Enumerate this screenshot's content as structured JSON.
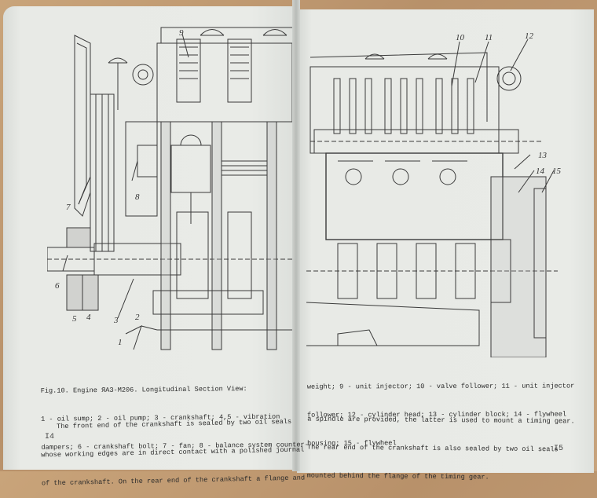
{
  "book": {
    "left_page": {
      "page_number": "I4",
      "figure": {
        "caption_lines": [
          "Fig.10. Engine ЯАЗ-М206. Longitudinal Section View:",
          "1 - oil sump; 2 - oil pump; 3 - crankshaft; 4,5 - vibration",
          "dampers; 6 - crankshaft bolt; 7 - fan; 8 - balance system counter-"
        ],
        "callouts": [
          "1",
          "2",
          "3",
          "4",
          "5",
          "6",
          "7",
          "8",
          "9"
        ]
      },
      "body_lines": [
        "    The front end of the crankshaft is sealed by two oil seals",
        "whose working edges are in direct contact with a polished journal",
        "of the crankshaft. On the rear end of the crankshaft a flange and"
      ]
    },
    "right_page": {
      "page_number": "I5",
      "figure": {
        "caption_lines": [
          "weight; 9 - unit injector; 10 - valve follower; 11 - unit injector",
          "follower; 12 - cylinder head; 13 - cylinder block; 14 - flywheel",
          "housing; 15 - flywheel"
        ],
        "callouts": [
          "10",
          "11",
          "12",
          "13",
          "14",
          "15"
        ]
      },
      "body_lines": [
        "a spindle are provided, the latter is used to mount a timing gear.",
        "The rear end of the crankshaft is also sealed by two oil seals",
        "mounted behind the flange of the timing gear."
      ]
    },
    "colors": {
      "paper": "#e8eae6",
      "ink": "#2a2a2a",
      "table_wood": "#c39f78"
    }
  }
}
